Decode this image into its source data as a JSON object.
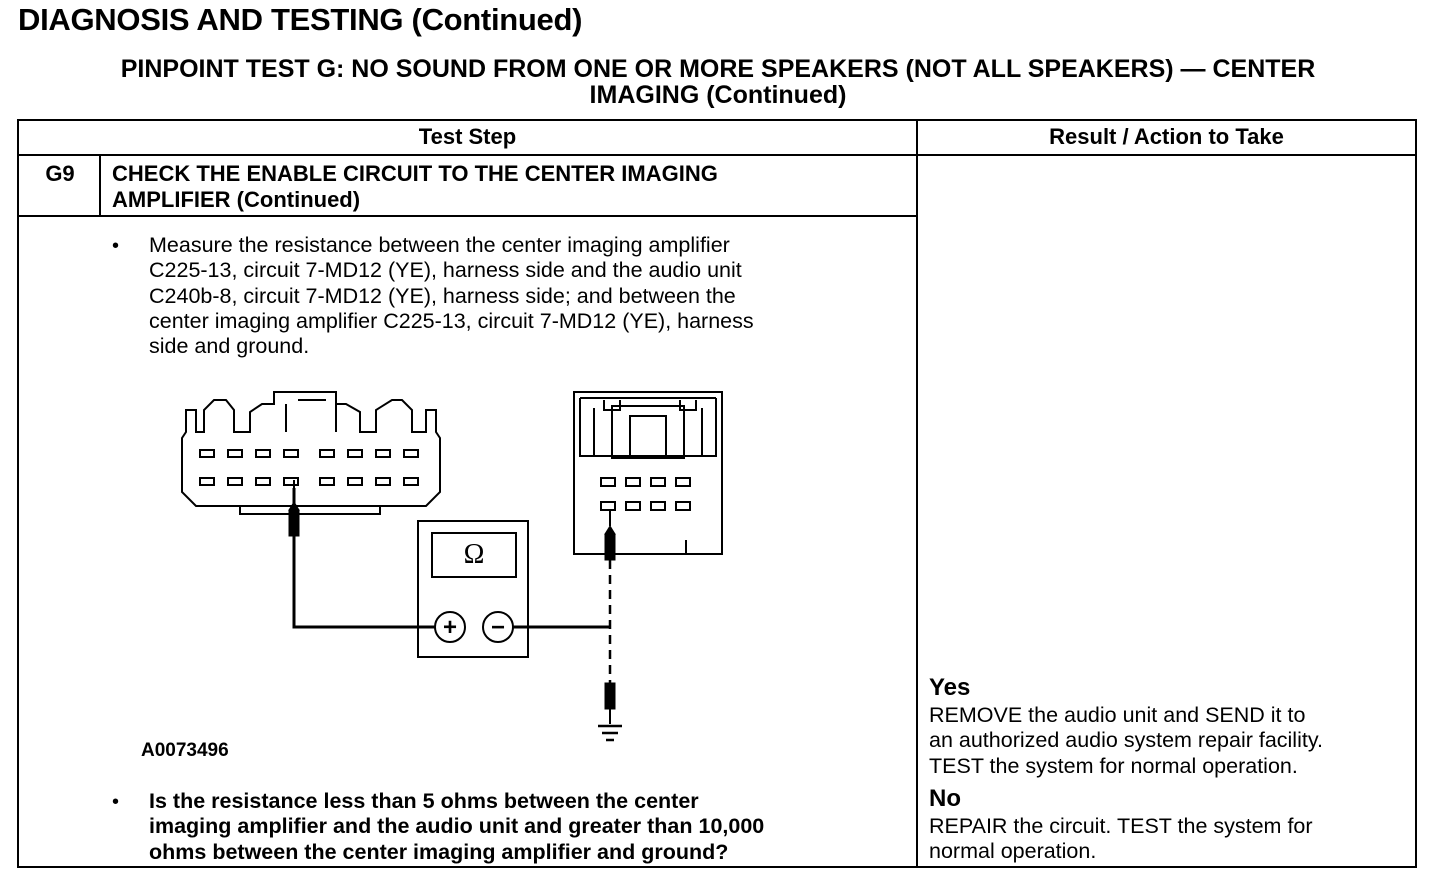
{
  "page": {
    "heading": "DIAGNOSIS AND TESTING (Continued)"
  },
  "test": {
    "title_line1": "PINPOINT TEST G: NO SOUND FROM ONE OR MORE SPEAKERS (NOT ALL SPEAKERS) — CENTER",
    "title_line2": "IMAGING (Continued)"
  },
  "table": {
    "col_test_step": "Test Step",
    "col_result": "Result / Action to Take",
    "step_id": "G9",
    "step_title_line1": "CHECK THE ENABLE CIRCUIT TO THE CENTER IMAGING",
    "step_title_line2": "AMPLIFIER (Continued)",
    "bullet_glyph": "•",
    "instruction_lines": [
      "Measure the resistance between the center imaging amplifier",
      "C225-13, circuit 7-MD12 (YE), harness side and the audio unit",
      "C240b-8, circuit 7-MD12 (YE), harness side; and between the",
      "center imaging amplifier C225-13, circuit 7-MD12 (YE), harness",
      "side and ground."
    ],
    "figure_id": "A0073496",
    "question_lines": [
      "Is the resistance less than 5 ohms between the center",
      "imaging amplifier and the audio unit and greater than 10,000",
      "ohms between the center imaging amplifier and ground?"
    ],
    "yes_label": "Yes",
    "yes_lines": [
      "REMOVE the audio unit and SEND it to",
      "an authorized audio system repair facility.",
      "TEST the system for normal operation."
    ],
    "no_label": "No",
    "no_lines": [
      "REPAIR the circuit. TEST the system for",
      "normal operation."
    ]
  },
  "meter": {
    "symbol": "Ω",
    "plus": "+",
    "minus": "−"
  }
}
